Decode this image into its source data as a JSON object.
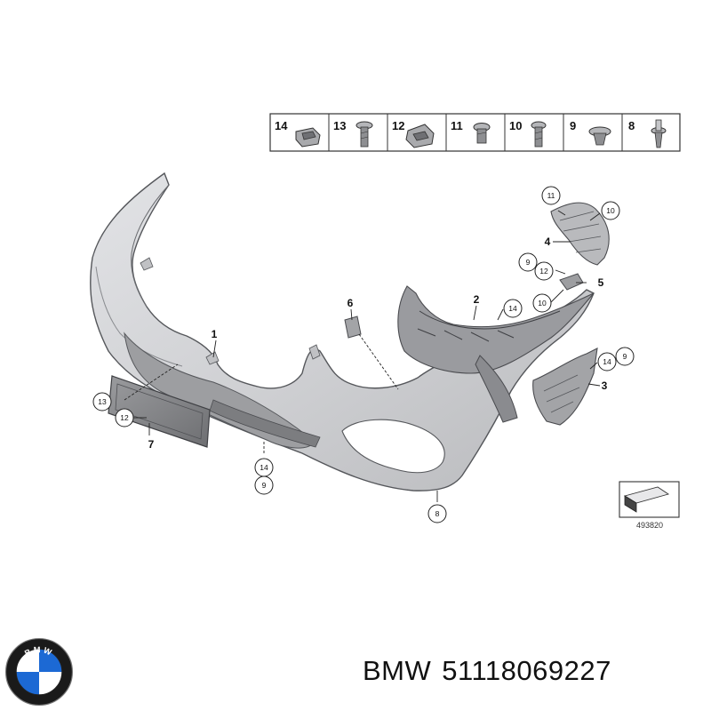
{
  "legend": [
    "14",
    "13",
    "12",
    "11",
    "10",
    "9",
    "8"
  ],
  "callouts": {
    "c11": "11",
    "c10a": "10",
    "c9": "9",
    "c12a": "12",
    "c10b": "10",
    "c14a": "14",
    "c14b": "14",
    "c9b": "9",
    "c13": "13",
    "c12b": "12",
    "c14c": "14",
    "c9c": "9",
    "c8": "8"
  },
  "labels": {
    "l1": "1",
    "l2": "2",
    "l3": "3",
    "l4": "4",
    "l5": "5",
    "l6": "6",
    "l7": "7"
  },
  "drawing_number": "493820",
  "logo_text": "BMW",
  "caption": {
    "brand": "BMW",
    "part_number": "51118069227"
  },
  "colors": {
    "part_fill": "#d2d3d6",
    "part_stroke": "#5a5c60",
    "logo_blue": "#1c69d4"
  }
}
